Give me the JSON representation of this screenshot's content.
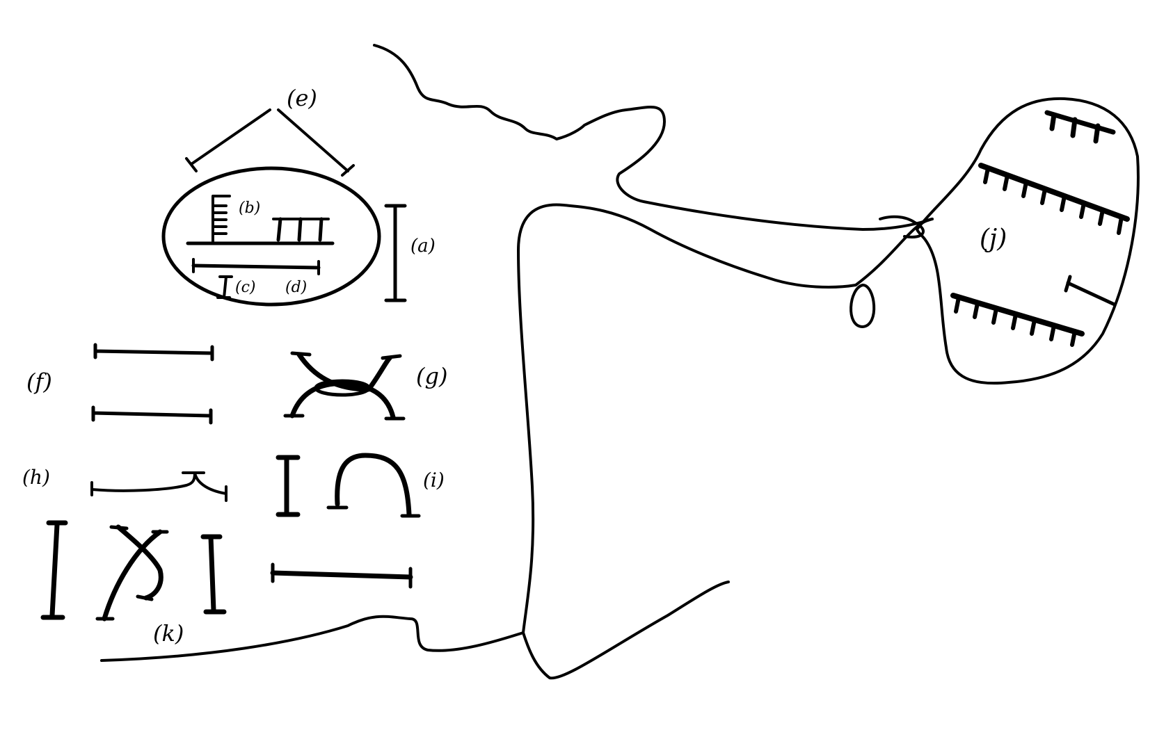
{
  "labels": {
    "a": "(a)",
    "b": "(b)",
    "c": "(c)",
    "d": "(d)",
    "e": "(e)",
    "f": "(f)",
    "g": "(g)",
    "h": "(h)",
    "i": "(i)",
    "j": "(j)",
    "k": "(k)"
  },
  "colors": {
    "ink": "#000000",
    "paper": "#ffffff"
  }
}
